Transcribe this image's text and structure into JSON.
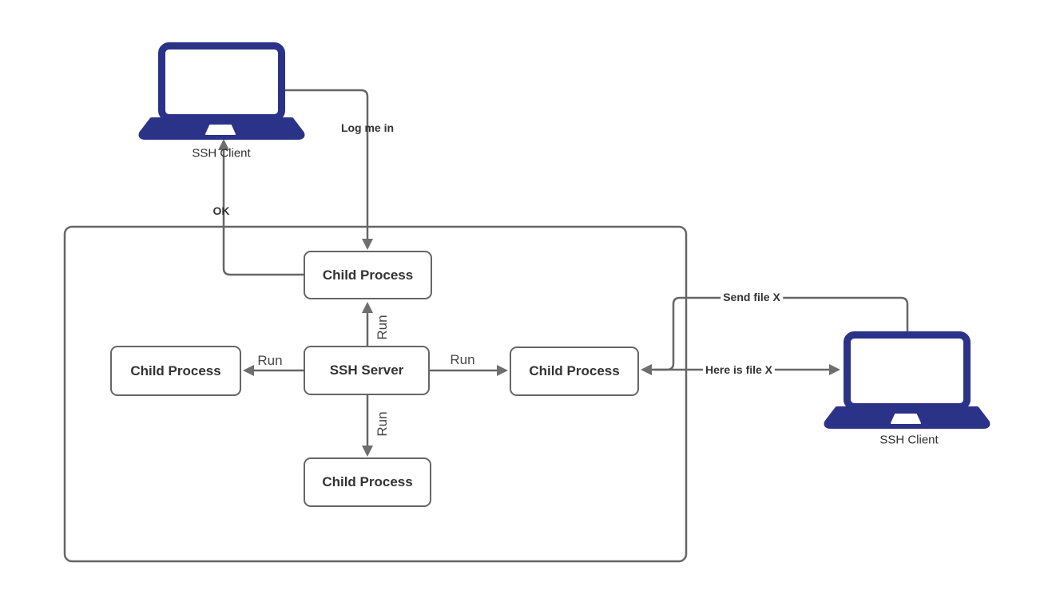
{
  "colors": {
    "laptop": "#2b3389",
    "line": "#666666",
    "arrowhead": "#6e6e6e",
    "text": "#333333"
  },
  "nodes": {
    "child_top": {
      "label": "Child Process"
    },
    "child_left": {
      "label": "Child Process"
    },
    "child_right": {
      "label": "Child Process"
    },
    "child_bottom": {
      "label": "Child Process"
    },
    "ssh_server": {
      "label": "SSH Server"
    }
  },
  "devices": {
    "client_left": {
      "label": "SSH Client"
    },
    "client_right": {
      "label": "SSH Client"
    }
  },
  "edges": {
    "log_me_in": {
      "label": "Log me in"
    },
    "ok": {
      "label": "OK"
    },
    "run_up": {
      "label": "Run"
    },
    "run_down": {
      "label": "Run"
    },
    "run_left": {
      "label": "Run"
    },
    "run_right": {
      "label": "Run"
    },
    "send_file": {
      "label": "Send file X"
    },
    "here_is_file": {
      "label": "Here is file X"
    }
  }
}
